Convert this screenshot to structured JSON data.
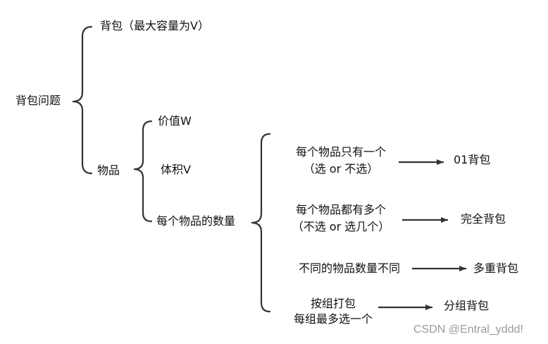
{
  "diagram": {
    "root": "背包问题",
    "knapsack": "背包（最大容量为V）",
    "item": "物品",
    "value": "价值W",
    "volume": "体积V",
    "count": "每个物品的数量",
    "cases": [
      {
        "lines": [
          "每个物品只有一个",
          "（选 or 不选）"
        ],
        "result": "01背包"
      },
      {
        "lines": [
          "每个物品都有多个",
          "（不选 or 选几个）"
        ],
        "result": "完全背包"
      },
      {
        "lines": [
          "不同的物品数量不同"
        ],
        "result": "多重背包"
      },
      {
        "lines": [
          "按组打包",
          "每组最多选一个"
        ],
        "result": "分组背包"
      }
    ]
  },
  "watermark": "CSDN @Entral_yddd!",
  "colors": {
    "stroke": "#333333",
    "text": "#111111",
    "watermark": "#9a9a9a"
  }
}
